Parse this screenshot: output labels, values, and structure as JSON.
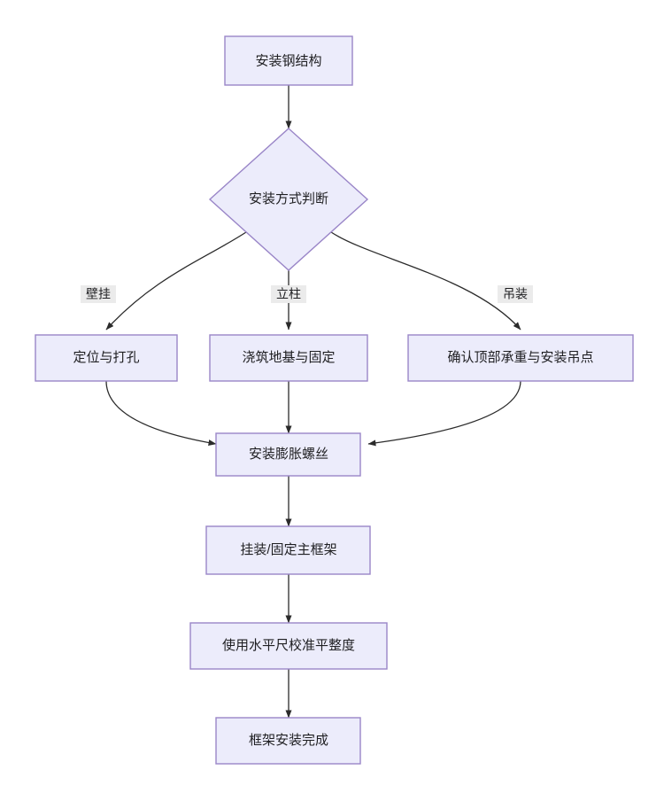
{
  "diagram": {
    "type": "flowchart",
    "direction": "top-to-bottom",
    "theme": {
      "node_fill": "#ececfb",
      "node_border": "#9a86c8",
      "edge_color": "#2b2b2b",
      "edge_label_background": "#ebebeb",
      "text_color": "#1f1f22",
      "canvas_background": "#ffffff"
    },
    "nodes": [
      {
        "id": "n1",
        "shape": "rect",
        "label": "安装钢结构"
      },
      {
        "id": "n2",
        "shape": "diamond",
        "label": "安装方式判断"
      },
      {
        "id": "n3",
        "shape": "rect",
        "label": "定位与打孔"
      },
      {
        "id": "n4",
        "shape": "rect",
        "label": "浇筑地基与固定"
      },
      {
        "id": "n5",
        "shape": "rect",
        "label": "确认顶部承重与安装吊点"
      },
      {
        "id": "n6",
        "shape": "rect",
        "label": "安装膨胀螺丝"
      },
      {
        "id": "n7",
        "shape": "rect",
        "label": "挂装/固定主框架"
      },
      {
        "id": "n8",
        "shape": "rect",
        "label": "使用水平尺校准平整度"
      },
      {
        "id": "n9",
        "shape": "rect",
        "label": "框架安装完成"
      }
    ],
    "edges": [
      {
        "from": "n1",
        "to": "n2",
        "label": ""
      },
      {
        "from": "n2",
        "to": "n3",
        "label": "壁挂"
      },
      {
        "from": "n2",
        "to": "n4",
        "label": "立柱"
      },
      {
        "from": "n2",
        "to": "n5",
        "label": "吊装"
      },
      {
        "from": "n3",
        "to": "n6",
        "label": ""
      },
      {
        "from": "n4",
        "to": "n6",
        "label": ""
      },
      {
        "from": "n5",
        "to": "n6",
        "label": ""
      },
      {
        "from": "n6",
        "to": "n7",
        "label": ""
      },
      {
        "from": "n7",
        "to": "n8",
        "label": ""
      },
      {
        "from": "n8",
        "to": "n9",
        "label": ""
      }
    ]
  }
}
